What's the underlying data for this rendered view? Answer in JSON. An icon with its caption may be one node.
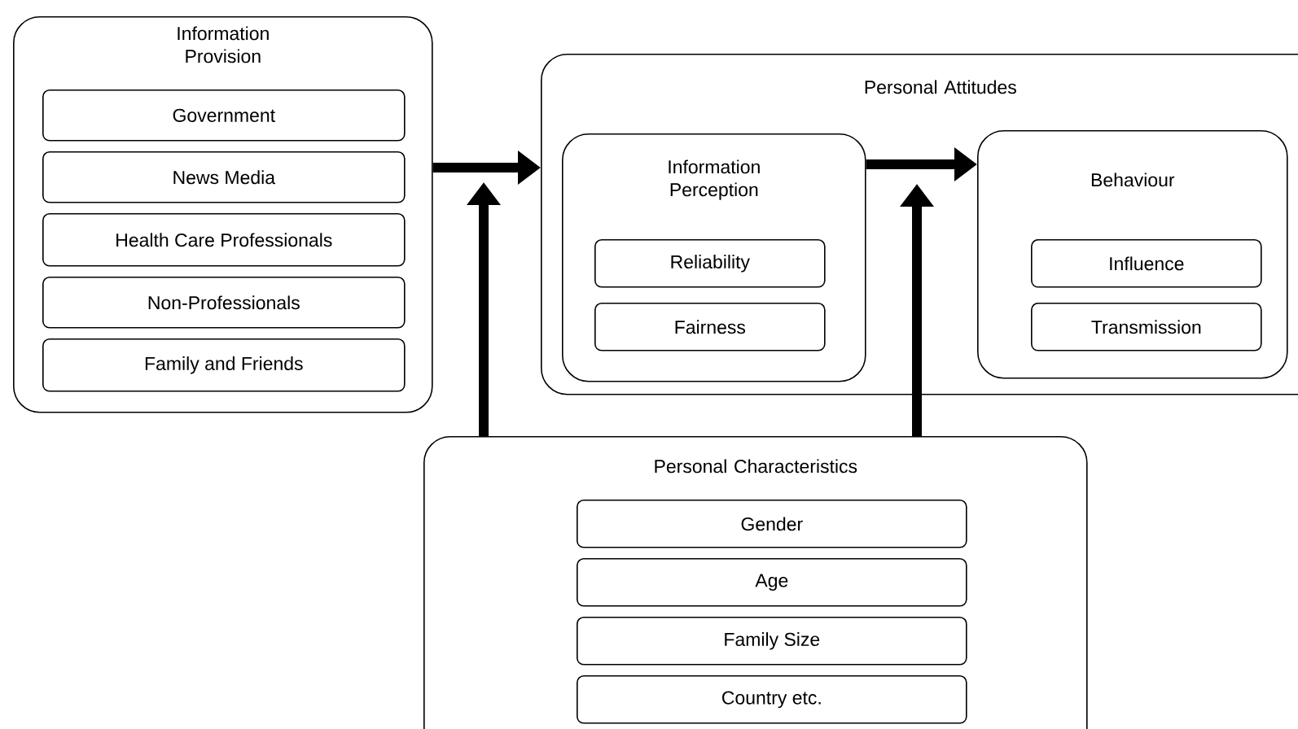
{
  "diagram": {
    "nodes": [
      {
        "text": [
          "Information Provision"
        ]
      },
      {
        "text": [
          "Government"
        ],
        "in": 0
      },
      {
        "text": [
          "News Media"
        ],
        "in": 0
      },
      {
        "text": [
          "Health Care Professionals"
        ],
        "in": 0
      },
      {
        "text": [
          "Non-Professionals"
        ],
        "in": 0
      },
      {
        "text": [
          "Family and Friends"
        ],
        "in": 0
      },
      {
        "text": [
          "Personal Attitudes"
        ]
      },
      {
        "text": [
          "Information Perception"
        ],
        "in": 6
      },
      {
        "text": [
          "Reliability"
        ],
        "in": 7
      },
      {
        "text": [
          "Fairness"
        ],
        "in": 7
      },
      {
        "text": [
          "Behaviour"
        ],
        "in": 6
      },
      {
        "text": [
          "Influence"
        ],
        "in": 10
      },
      {
        "text": [
          "Transmission"
        ],
        "in": 10
      },
      {
        "text": [
          "Personal Characteristics"
        ]
      },
      {
        "text": [
          "Gender"
        ],
        "in": 13
      },
      {
        "text": [
          "Age"
        ],
        "in": 13
      },
      {
        "text": [
          "Family Size"
        ],
        "in": 13
      },
      {
        "text": [
          "Country etc."
        ],
        "in": 13
      }
    ],
    "edges": [
      {
        "from": 0,
        "to": 6,
        "arrow": "to"
      },
      {
        "from": 13,
        "to": null,
        "arrow": "to"
      },
      {
        "from": 7,
        "to": 10,
        "arrow": "to"
      },
      {
        "from": 13,
        "to": null,
        "arrow": "to"
      }
    ]
  }
}
